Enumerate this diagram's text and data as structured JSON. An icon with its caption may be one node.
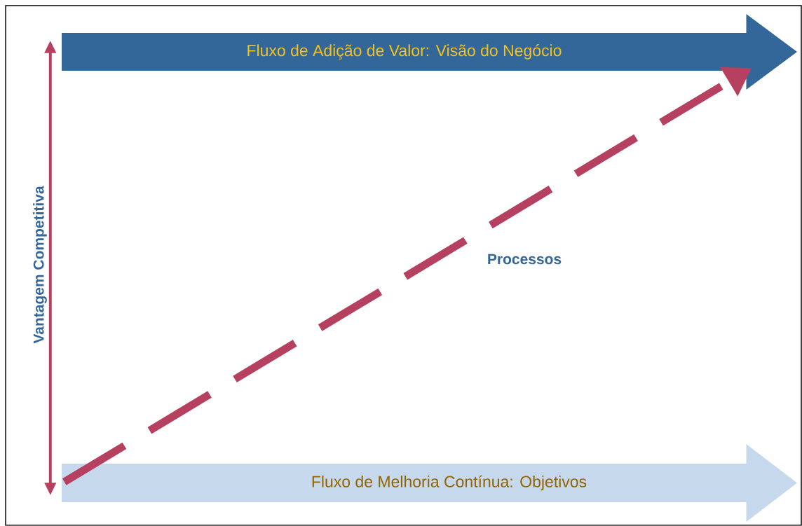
{
  "diagram": {
    "nodes": [
      {
        "text": [
          "Fluxo de Adição de Valor: Visão do Negócio"
        ]
      },
      {
        "text": [
          "Fluxo de Melhoria Contínua: Objetivos"
        ]
      }
    ],
    "edges": [
      {
        "from": 0,
        "to": 1,
        "arrow": "both",
        "label": "Vantagem Competitiva"
      },
      {
        "from": 1,
        "to": 0,
        "arrow": "to",
        "label": "Processos",
        "style": "dashed"
      }
    ]
  }
}
